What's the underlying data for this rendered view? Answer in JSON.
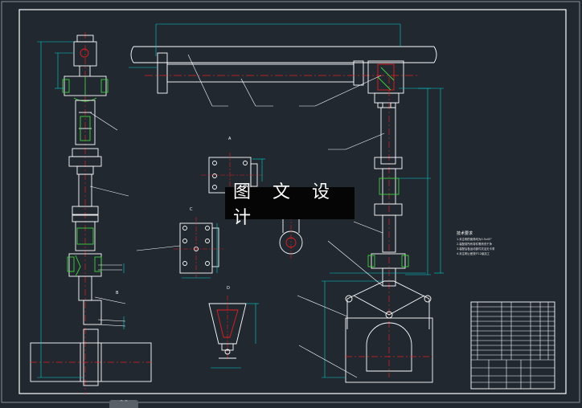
{
  "watermark": {
    "text": "图 文 设 计"
  },
  "view_labels": {
    "a": "A",
    "b": "B",
    "c": "C",
    "d": "D"
  },
  "tech_notes": {
    "title": "技术要求",
    "lines": [
      "1.未注明的倒角均为0.5x45°",
      "2.装配前所有零件需清洗干净",
      "3.装配后各运动部件灵活无卡滞",
      "4.未注明公差按IT12级加工"
    ]
  },
  "colors": {
    "background": "#212830",
    "outline": "#ffffff",
    "dimension": "#00d0d0",
    "centerline": "#e02020",
    "highlight": "#40d040"
  },
  "icons": {
    "tab_arrow": "chevron-up-icon"
  }
}
